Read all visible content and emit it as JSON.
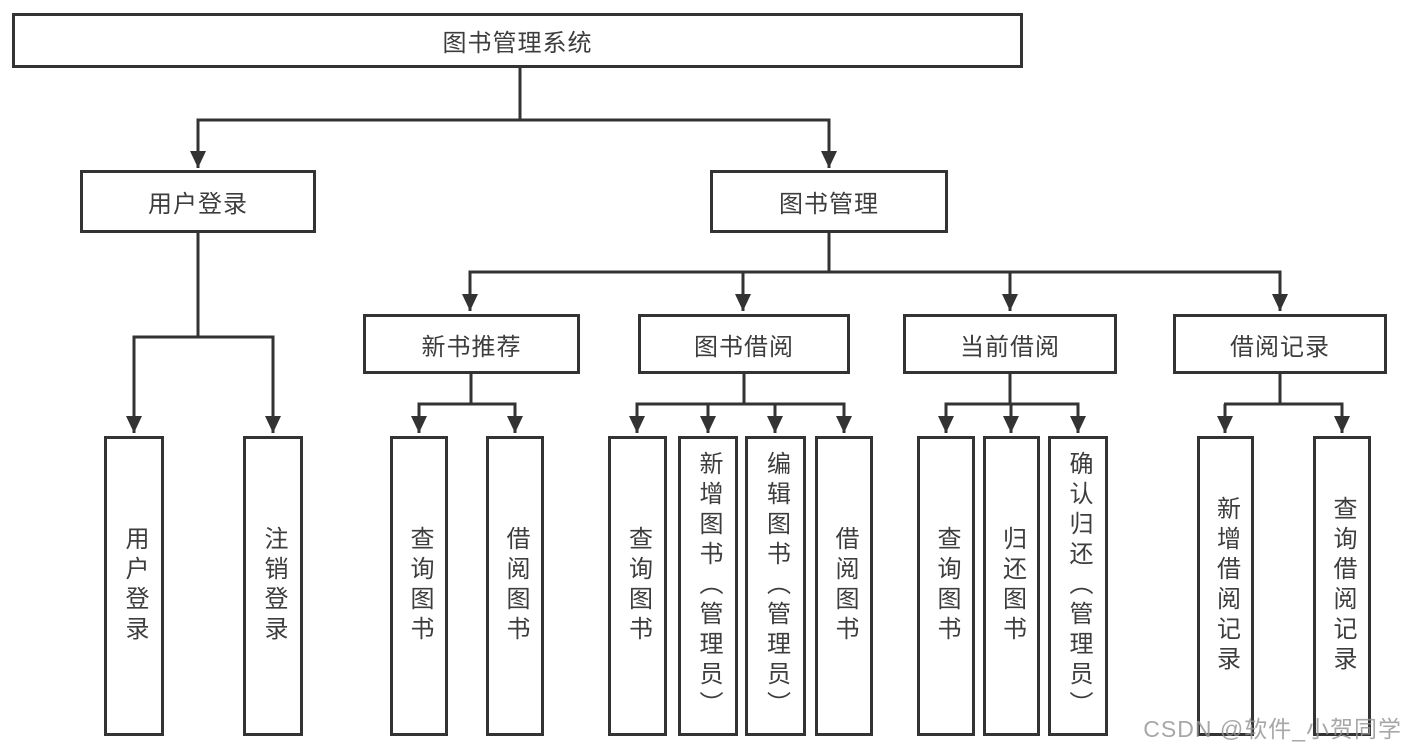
{
  "tree": {
    "root": {
      "label": "图书管理系统",
      "children": [
        {
          "label": "用户登录",
          "children": [
            {
              "label": "用户登录"
            },
            {
              "label": "注销登录"
            }
          ]
        },
        {
          "label": "图书管理",
          "children": [
            {
              "label": "新书推荐",
              "children": [
                {
                  "label": "查询图书"
                },
                {
                  "label": "借阅图书"
                }
              ]
            },
            {
              "label": "图书借阅",
              "children": [
                {
                  "label": "查询图书"
                },
                {
                  "label": "新增图书（管理员）"
                },
                {
                  "label": "编辑图书（管理员）"
                },
                {
                  "label": "借阅图书"
                }
              ]
            },
            {
              "label": "当前借阅",
              "children": [
                {
                  "label": "查询图书"
                },
                {
                  "label": "归还图书"
                },
                {
                  "label": "确认归还（管理员）"
                }
              ]
            },
            {
              "label": "借阅记录",
              "children": [
                {
                  "label": "新增借阅记录"
                },
                {
                  "label": "查询借阅记录"
                }
              ]
            }
          ]
        }
      ]
    }
  },
  "watermark": "CSDN @软件_小贺同学",
  "colors": {
    "line": "#333333",
    "text": "#3d3d3d",
    "background": "#ffffff",
    "watermark": "#949494"
  }
}
